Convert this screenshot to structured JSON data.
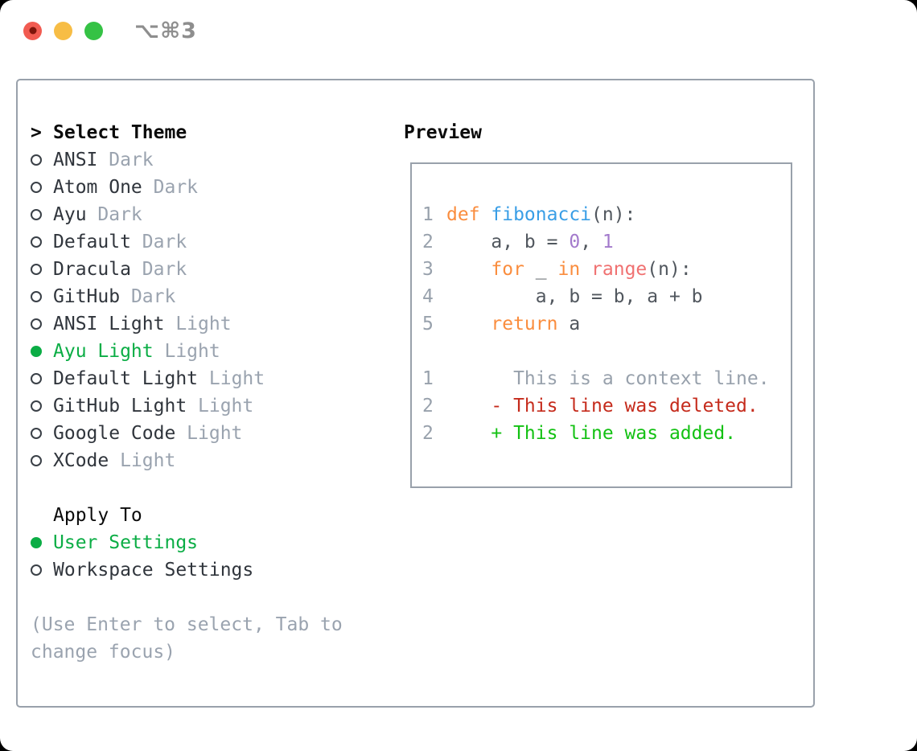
{
  "titlebar": {
    "shortcut": "⌥⌘3",
    "buttons": [
      "close",
      "minimize",
      "zoom"
    ]
  },
  "theme_list": {
    "marker": ">",
    "header": "Select Theme",
    "items": [
      {
        "name": "ANSI",
        "variant": "Dark",
        "selected": false
      },
      {
        "name": "Atom One",
        "variant": "Dark",
        "selected": false
      },
      {
        "name": "Ayu",
        "variant": "Dark",
        "selected": false
      },
      {
        "name": "Default",
        "variant": "Dark",
        "selected": false
      },
      {
        "name": "Dracula",
        "variant": "Dark",
        "selected": false
      },
      {
        "name": "GitHub",
        "variant": "Dark",
        "selected": false
      },
      {
        "name": "ANSI Light",
        "variant": "Light",
        "selected": false
      },
      {
        "name": "Ayu Light",
        "variant": "Light",
        "selected": true
      },
      {
        "name": "Default Light",
        "variant": "Light",
        "selected": false
      },
      {
        "name": "GitHub Light",
        "variant": "Light",
        "selected": false
      },
      {
        "name": "Google Code",
        "variant": "Light",
        "selected": false
      },
      {
        "name": "XCode",
        "variant": "Light",
        "selected": false
      }
    ]
  },
  "apply_to": {
    "header": "Apply To",
    "options": [
      {
        "name": "User Settings",
        "selected": true
      },
      {
        "name": "Workspace Settings",
        "selected": false
      }
    ]
  },
  "hint": "(Use Enter to select, Tab to change focus)",
  "preview": {
    "header": "Preview",
    "code_lines": [
      {
        "num": "1",
        "segments": [
          {
            "t": "def ",
            "c": "keyword"
          },
          {
            "t": "fibonacci",
            "c": "function"
          },
          {
            "t": "(n):",
            "c": "default"
          }
        ]
      },
      {
        "num": "2",
        "segments": [
          {
            "t": "    a, b = ",
            "c": "default"
          },
          {
            "t": "0",
            "c": "number"
          },
          {
            "t": ", ",
            "c": "default"
          },
          {
            "t": "1",
            "c": "number"
          }
        ]
      },
      {
        "num": "3",
        "segments": [
          {
            "t": "    ",
            "c": "default"
          },
          {
            "t": "for",
            "c": "keyword"
          },
          {
            "t": " _ ",
            "c": "default"
          },
          {
            "t": "in",
            "c": "keyword"
          },
          {
            "t": " ",
            "c": "default"
          },
          {
            "t": "range",
            "c": "special"
          },
          {
            "t": "(n):",
            "c": "default"
          }
        ]
      },
      {
        "num": "4",
        "segments": [
          {
            "t": "        a, b = b, a + b",
            "c": "default"
          }
        ]
      },
      {
        "num": "5",
        "segments": [
          {
            "t": "    ",
            "c": "default"
          },
          {
            "t": "return",
            "c": "keyword"
          },
          {
            "t": " a",
            "c": "default"
          }
        ]
      },
      {
        "num": "",
        "segments": []
      },
      {
        "num": "1",
        "segments": [
          {
            "t": "      This is a context line.",
            "c": "context"
          }
        ]
      },
      {
        "num": "2",
        "segments": [
          {
            "t": "    - This line was deleted.",
            "c": "deleted"
          }
        ]
      },
      {
        "num": "2",
        "segments": [
          {
            "t": "    + This line was added.",
            "c": "added"
          }
        ]
      }
    ]
  },
  "colors": {
    "accent_green": "#0bad45",
    "muted": "#9aa3af",
    "border": "#99a1ab",
    "line_number": "#98a1ac",
    "code_default": "#51575e",
    "code_keyword": "#fa8d3e",
    "code_function": "#399ee6",
    "code_special": "#f07171",
    "code_number": "#a37acc",
    "diff_context": "#98a1ac",
    "diff_deleted": "#c52b1c",
    "diff_added": "#13c113",
    "traffic_red": "#f15b51",
    "traffic_yellow": "#f7bd45",
    "traffic_green": "#35c245"
  }
}
